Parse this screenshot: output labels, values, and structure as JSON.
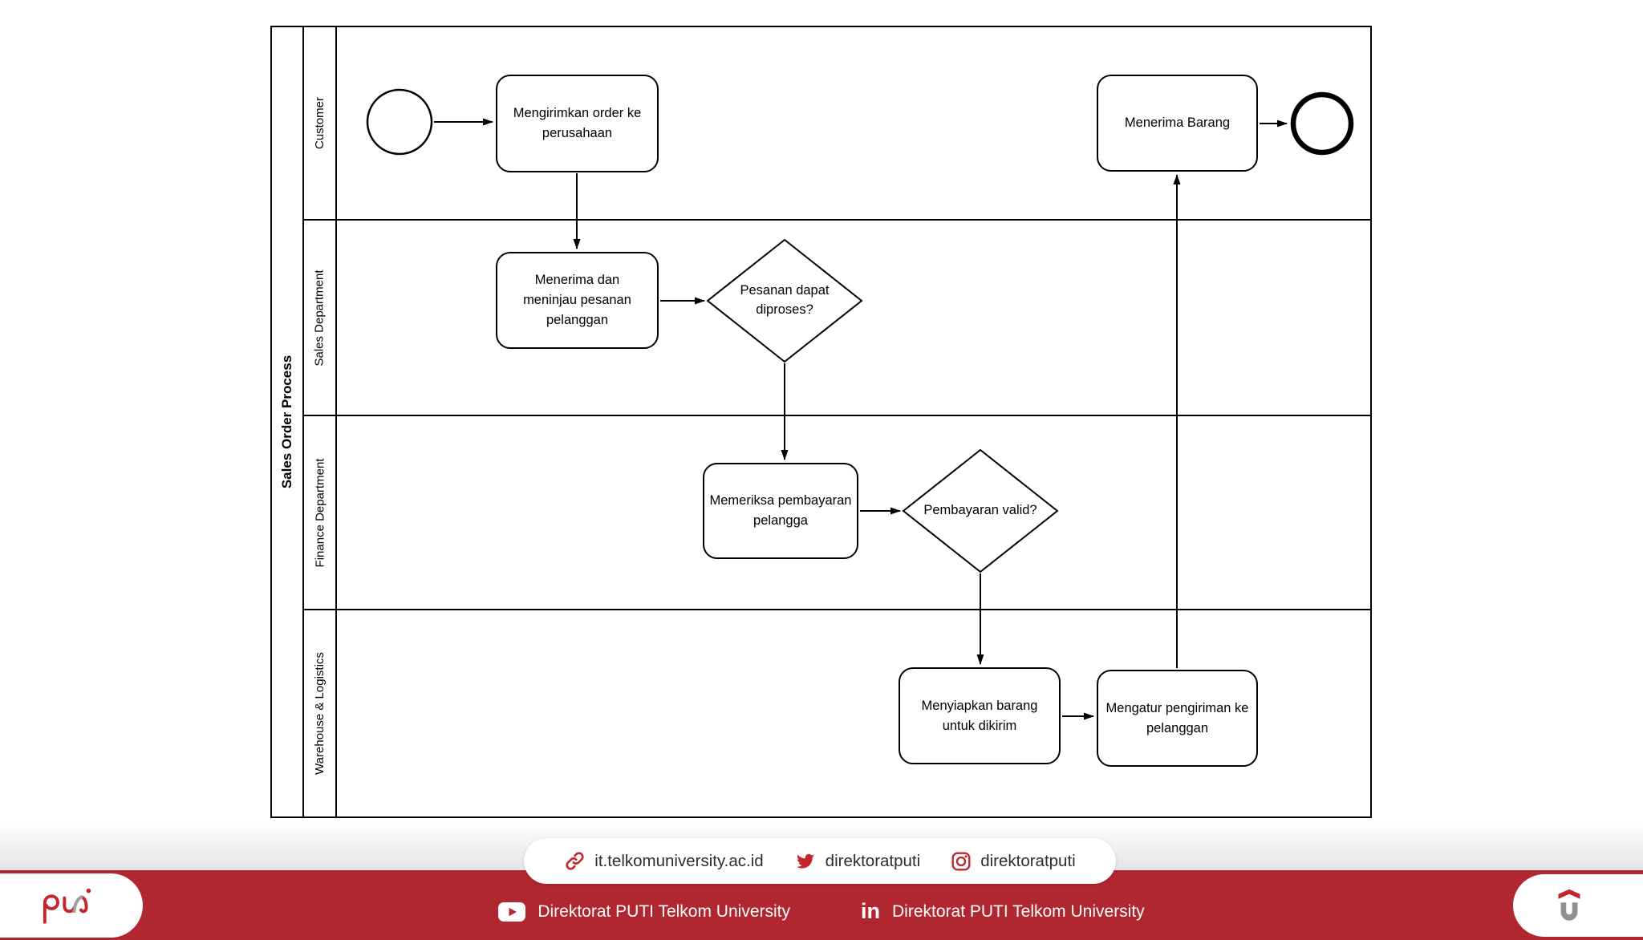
{
  "colors": {
    "red-bar": "#B02730",
    "icon-red": "#C1272D",
    "stroke": "#000000",
    "text-dark": "#2d2d2d",
    "logo-gray": "#9E9E9E"
  },
  "diagram": {
    "pool_title": "Sales Order Process",
    "lanes": [
      {
        "label": "Customer"
      },
      {
        "label": "Sales Department"
      },
      {
        "label": "Finance Department"
      },
      {
        "label": "Warehouse & Logistics"
      }
    ],
    "tasks": [
      {
        "id": "send-order",
        "lane": "Customer",
        "label": "Mengirimkan order ke perusahaan"
      },
      {
        "id": "receive-goods",
        "lane": "Customer",
        "label": "Menerima Barang"
      },
      {
        "id": "review-order",
        "lane": "Sales Department",
        "label": "Menerima dan meninjau pesanan pelanggan"
      },
      {
        "id": "check-payment",
        "lane": "Finance Department",
        "label": "Memeriksa pembayaran pelangga"
      },
      {
        "id": "prepare-goods",
        "lane": "Warehouse & Logistics",
        "label": "Menyiapkan barang untuk dikirim"
      },
      {
        "id": "arrange-shipping",
        "lane": "Warehouse & Logistics",
        "label": "Mengatur pengiriman ke pelanggan"
      }
    ],
    "gateways": [
      {
        "id": "order-processable",
        "lane": "Sales Department",
        "label": "Pesanan dapat diproses?"
      },
      {
        "id": "payment-valid",
        "lane": "Finance Department",
        "label": "Pembayaran valid?"
      }
    ],
    "events": [
      {
        "id": "start",
        "type": "start-event",
        "lane": "Customer"
      },
      {
        "id": "end",
        "type": "end-event",
        "lane": "Customer"
      }
    ],
    "flows": [
      {
        "from": "start",
        "to": "send-order"
      },
      {
        "from": "send-order",
        "to": "review-order"
      },
      {
        "from": "review-order",
        "to": "order-processable"
      },
      {
        "from": "order-processable",
        "to": "check-payment"
      },
      {
        "from": "check-payment",
        "to": "payment-valid"
      },
      {
        "from": "payment-valid",
        "to": "prepare-goods"
      },
      {
        "from": "prepare-goods",
        "to": "arrange-shipping"
      },
      {
        "from": "arrange-shipping",
        "to": "receive-goods"
      },
      {
        "from": "receive-goods",
        "to": "end"
      }
    ]
  },
  "footer": {
    "social_pill": {
      "website": {
        "icon": "link-icon",
        "label": "it.telkomuniversity.ac.id"
      },
      "twitter": {
        "icon": "twitter-icon",
        "label": "direktoratputi"
      },
      "instagram": {
        "icon": "instagram-icon",
        "label": "direktoratputi"
      }
    },
    "red_bar": {
      "youtube": {
        "icon": "youtube-icon",
        "label": "Direktorat PUTI Telkom University"
      },
      "linkedin": {
        "icon": "linkedin-icon",
        "label": "Direktorat PUTI Telkom University",
        "glyph": "in"
      }
    },
    "logos": {
      "left": "PUTI",
      "right": "Telkom University"
    }
  }
}
